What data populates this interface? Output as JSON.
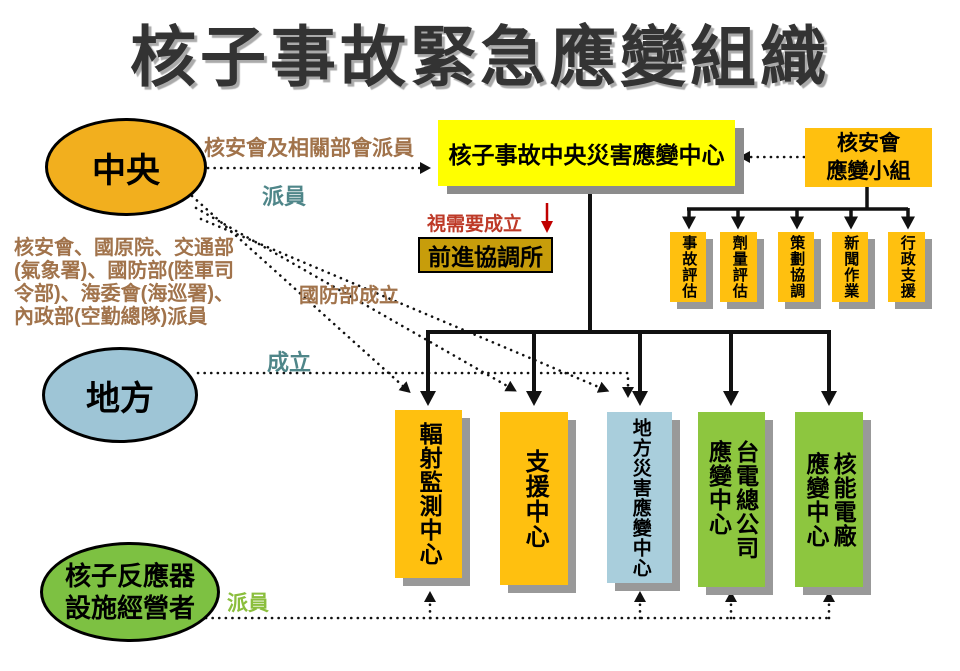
{
  "title": "核子事故緊急應變組織",
  "nodes": {
    "central": "中央",
    "local": "地方",
    "operator": "核子反應器\n設施經營者",
    "central_disaster_response_center": "核子事故中央災害應變中心",
    "nsc_response_team": "核安會\n應變小組",
    "forward_coordination_office": "前進協調所"
  },
  "teams": [
    "事故評估",
    "劑量評估",
    "策劃協調",
    "新聞作業",
    "行政支援"
  ],
  "centers": [
    "輻射監測中心",
    "支援中心",
    "地方災害應變中心",
    "台電總公司\n應變中心",
    "核能電廠\n應變中心"
  ],
  "labels": {
    "top_dispatch": "核安會及相關部會派員",
    "dispatch": "派員",
    "agencies": "核安會、國原院、交通部\n(氣象署)、國防部(陸軍司\n令部)、海委會(海巡署)、\n內政部(空勤總隊)派員",
    "mnd_establish": "國防部成立",
    "establish": "成立",
    "as_needed": "視需要成立",
    "operator_dispatch": "派員"
  },
  "colors": {
    "amber_box": "#FFC00F",
    "central_ellipse": "#F2AF1E",
    "yellow_box": "#FFFF00",
    "blue": "#A9CEDC",
    "green": "#8DC63F",
    "gold_box": "#C79D0B",
    "brown_text": "#A1734B",
    "teal_text": "#4F8689",
    "red_text": "#BE3A28",
    "green_text": "#8BBE3D",
    "shadow": "#8C8C8C"
  }
}
